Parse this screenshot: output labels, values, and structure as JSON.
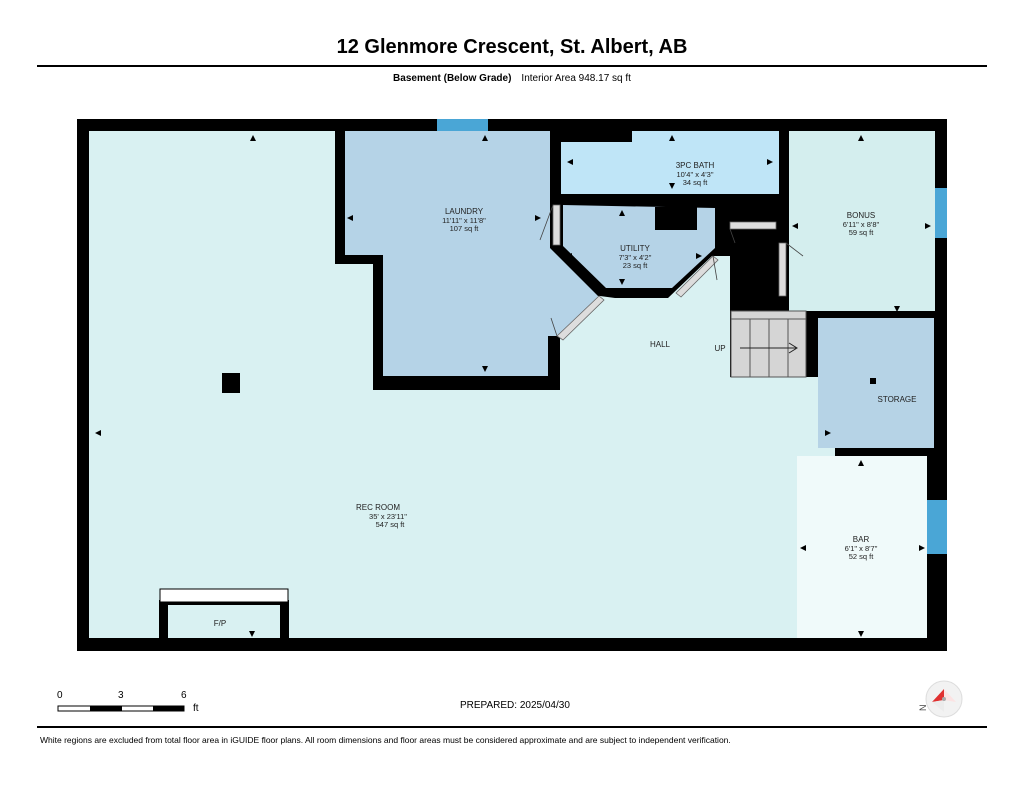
{
  "header": {
    "address": "12 Glenmore Crescent, St. Albert, AB",
    "level": "Basement (Below Grade)",
    "interior_area": "Interior Area 948.17 sq ft"
  },
  "rooms": {
    "laundry": {
      "name": "LAUNDRY",
      "dims": "11'11\" x 11'8\"",
      "area": "107 sq ft"
    },
    "bath": {
      "name": "3PC BATH",
      "dims": "10'4\" x 4'3\"",
      "area": "34 sq ft"
    },
    "utility": {
      "name": "UTILITY",
      "dims": "7'3\" x 4'2\"",
      "area": "23 sq ft"
    },
    "bonus": {
      "name": "BONUS",
      "dims": "6'11\" x 8'8\"",
      "area": "59 sq ft"
    },
    "hall": {
      "name": "HALL"
    },
    "stairs": {
      "name": "UP"
    },
    "storage": {
      "name": "STORAGE"
    },
    "rec_room": {
      "name": "REC ROOM",
      "dims": "35' x 23'11\"",
      "area": "547 sq ft"
    },
    "bar": {
      "name": "BAR",
      "dims": "6'1\" x 8'7\"",
      "area": "52 sq ft"
    },
    "fireplace": {
      "name": "F/P"
    }
  },
  "scale": {
    "ticks": [
      "0",
      "3",
      "6"
    ],
    "unit": "ft"
  },
  "footer": {
    "prepared": "PREPARED: 2025/04/30",
    "disclaimer": "White regions are excluded from total floor area in iGUIDE floor plans. All room dimensions and floor areas must be considered approximate and are subject to independent verification."
  },
  "colors": {
    "wall": "#000000",
    "rec_room": "#d9f1f2",
    "laundry": "#b5d3e7",
    "bath": "#bfe5f7",
    "bonus": "#d4eeee",
    "storage": "#b6d3e6",
    "bar": "#f0fafa",
    "window": "#4aa6d6"
  }
}
